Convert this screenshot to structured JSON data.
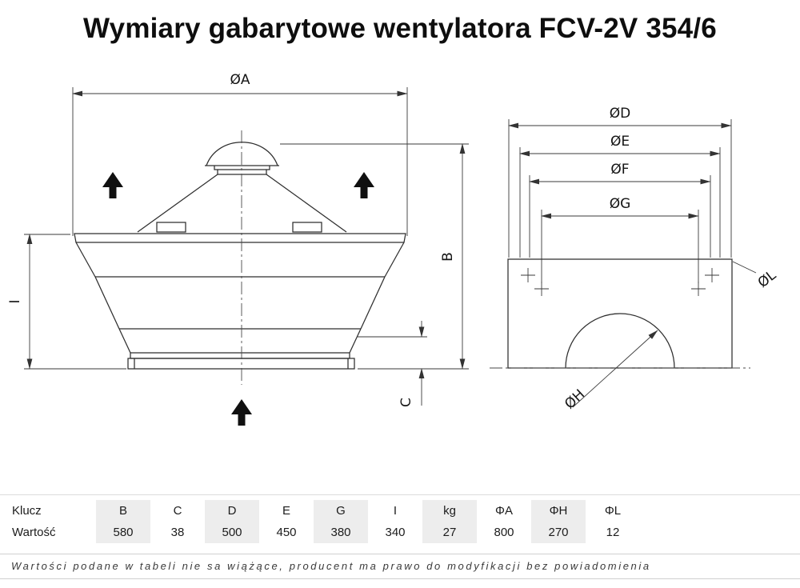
{
  "title": "Wymiary gabarytowe wentylatora FCV-2V 354/6",
  "drawing": {
    "side_view": {
      "dim_a": "ØA",
      "dim_b": "B",
      "dim_i": "I",
      "dim_c": "C"
    },
    "plate_view": {
      "dim_d": "ØD",
      "dim_e": "ØE",
      "dim_f": "ØF",
      "dim_g": "ØG",
      "dim_h": "ØH",
      "dim_l": "ØL"
    }
  },
  "table": {
    "row_labels": [
      "Klucz",
      "Wartość"
    ],
    "columns": [
      {
        "key": "B",
        "value": "580"
      },
      {
        "key": "C",
        "value": "38"
      },
      {
        "key": "D",
        "value": "500"
      },
      {
        "key": "E",
        "value": "450"
      },
      {
        "key": "G",
        "value": "380"
      },
      {
        "key": "I",
        "value": "340"
      },
      {
        "key": "kg",
        "value": "27"
      },
      {
        "key": "ΦA",
        "value": "800"
      },
      {
        "key": "ΦH",
        "value": "270"
      },
      {
        "key": "ΦL",
        "value": "12"
      }
    ]
  },
  "footer_note": "Wartości podane w tabeli nie sa wiążące, producent ma prawo do modyfikacji bez powiadomienia"
}
